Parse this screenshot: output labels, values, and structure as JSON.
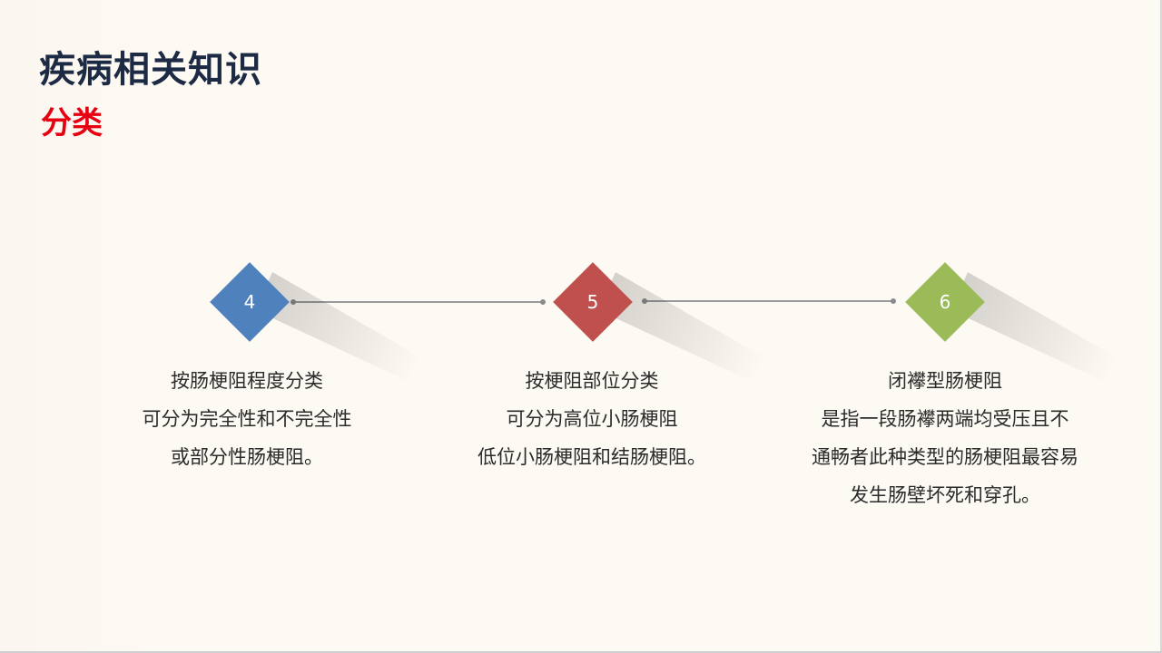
{
  "title": "疾病相关知识",
  "subtitle": "分类",
  "steps": [
    {
      "number": "4",
      "color": "#4f81bd",
      "lines": [
        "按肠梗阻程度分类",
        "可分为完全性和不完全性",
        "或部分性肠梗阻。"
      ]
    },
    {
      "number": "5",
      "color": "#c0504d",
      "lines": [
        "按梗阻部位分类",
        "可分为高位小肠梗阻",
        "低位小肠梗阻和结肠梗阻。"
      ]
    },
    {
      "number": "6",
      "color": "#9bbb59",
      "lines": [
        "闭襻型肠梗阻",
        "是指一段肠襻两端均受压且不",
        "通畅者此种类型的肠梗阻最容易",
        "发生肠壁坏死和穿孔。"
      ]
    }
  ]
}
